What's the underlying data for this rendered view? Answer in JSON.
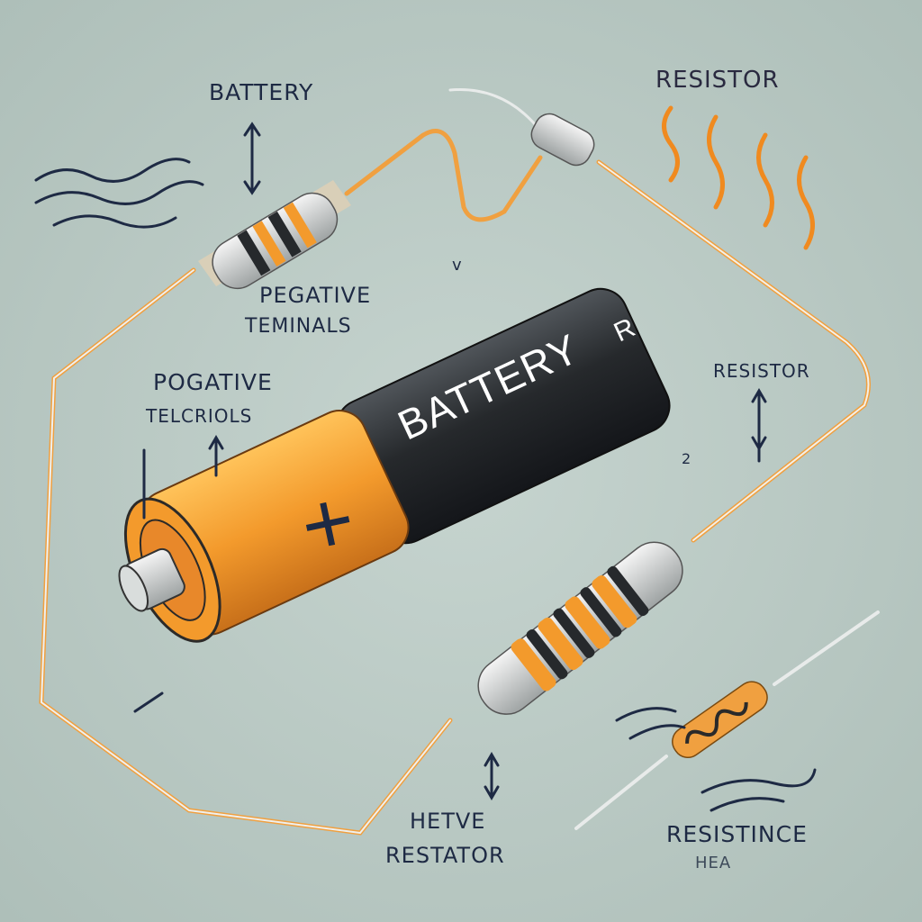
{
  "labels": {
    "battery_title": "BATTERY",
    "resistor_top": "RESISTOR",
    "pegative": "PEGATIVE",
    "teminals": "TEMINALS",
    "pogative": "POGATIVE",
    "telcriols": "TELCRIOLS",
    "resistor_mid": "RESISTOR",
    "hetve": "HETVE",
    "restator": "RESTATOR",
    "resistince": "RESISTINCE",
    "hea": "HEA",
    "noise_v": "v",
    "noise_2": "2"
  },
  "battery": {
    "body_text": "BATTERY",
    "body_suffix": "R",
    "plus_sign": "+"
  },
  "colors": {
    "background": "#b9c9c3",
    "battery_orange": "#f39a2c",
    "battery_dark": "#26292c",
    "wire_orange": "#f0a040",
    "wire_gray": "#e8ebea",
    "ink": "#1e2a44",
    "heat": "#f08a1f"
  }
}
